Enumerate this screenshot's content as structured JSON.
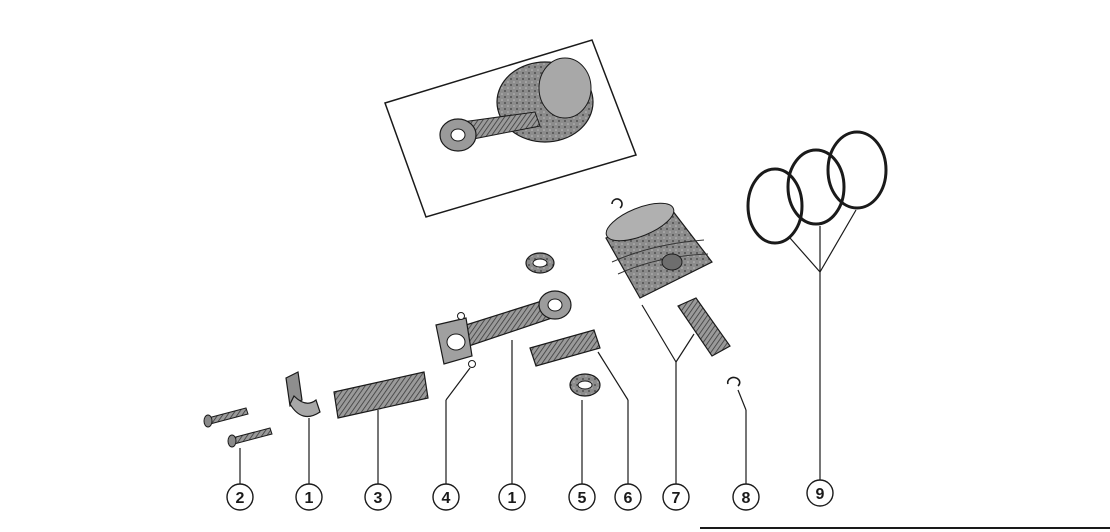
{
  "diagram": {
    "callouts": [
      {
        "label": "2"
      },
      {
        "label": "1"
      },
      {
        "label": "3"
      },
      {
        "label": "4"
      },
      {
        "label": "1"
      },
      {
        "label": "5"
      },
      {
        "label": "6"
      },
      {
        "label": "7"
      },
      {
        "label": "8"
      },
      {
        "label": "9"
      }
    ],
    "colors": {
      "ink": "#1a1a1a",
      "paper": "#ffffff",
      "shade": "#7a7a7a"
    }
  }
}
